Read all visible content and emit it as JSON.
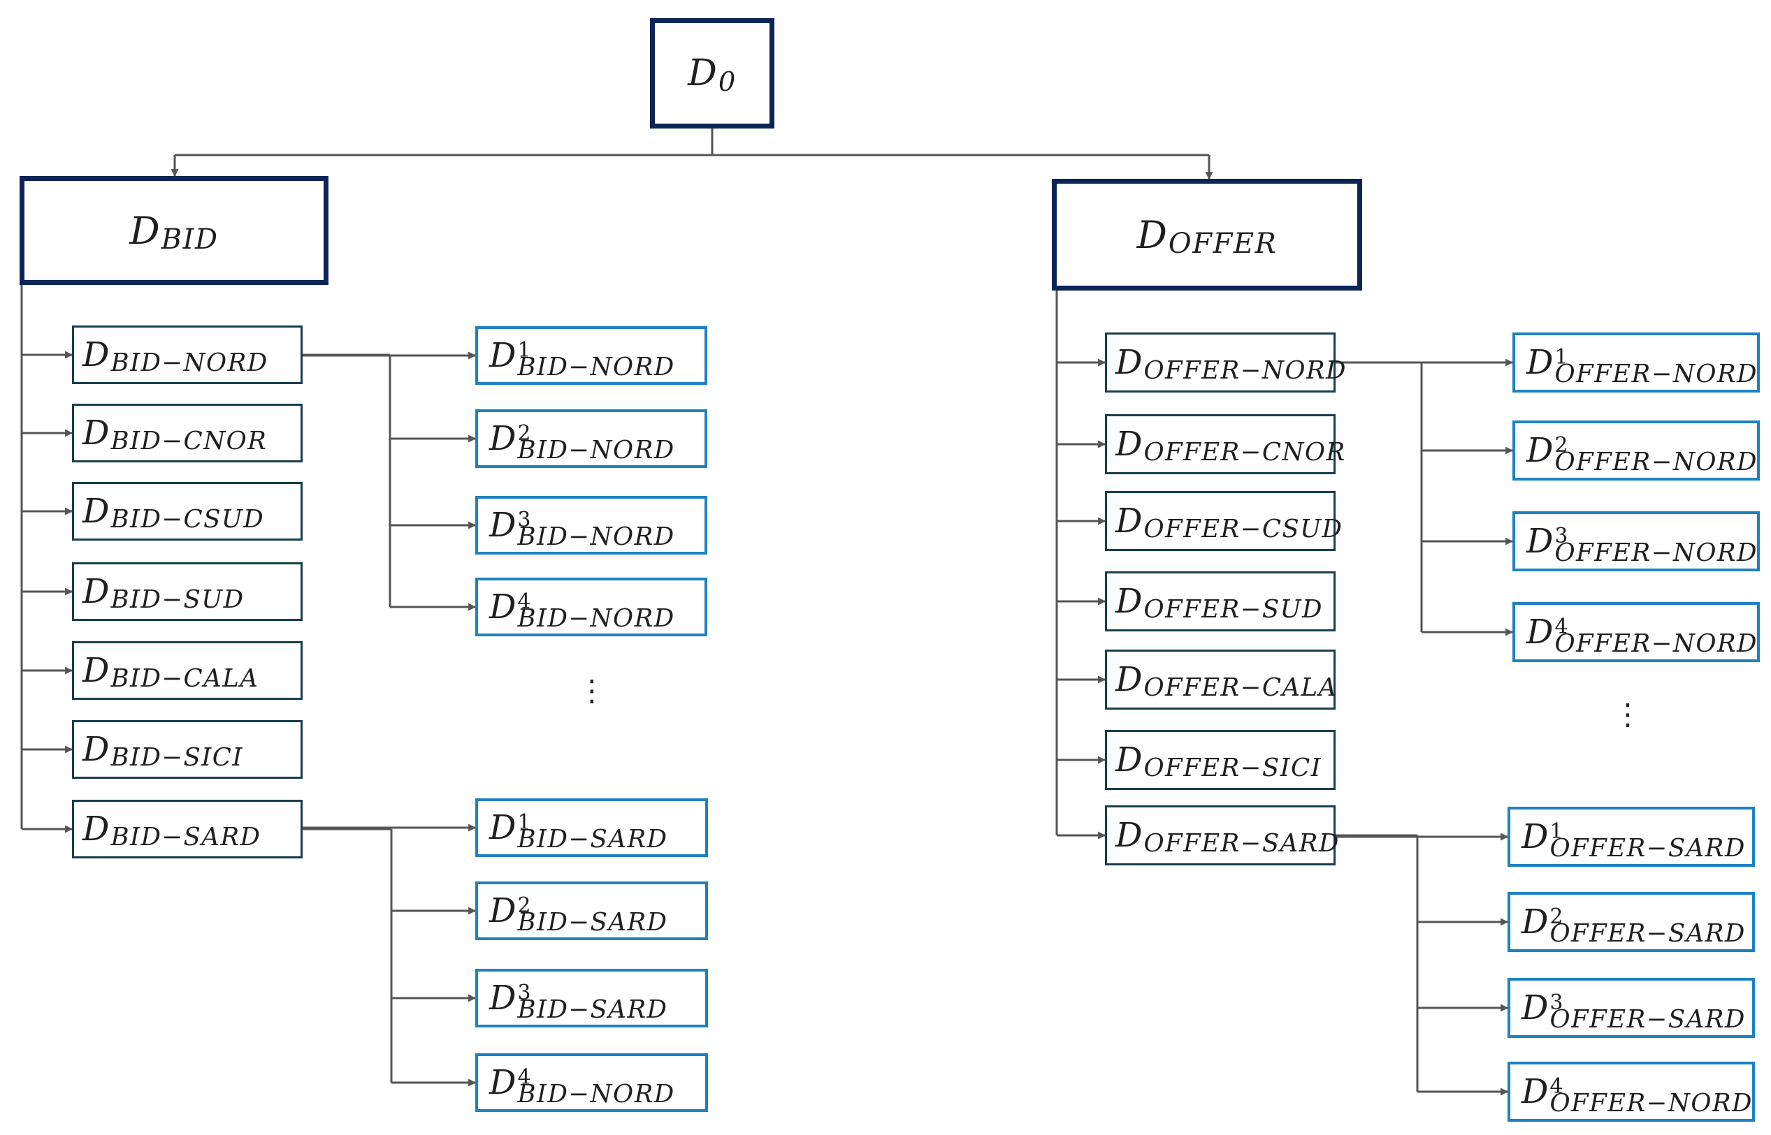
{
  "root": {
    "base": "D",
    "sub": "0"
  },
  "branches": [
    {
      "id": "bid",
      "parent": {
        "base": "D",
        "sub": "BID"
      },
      "zones": [
        {
          "base": "D",
          "sub": "BID−NORD"
        },
        {
          "base": "D",
          "sub": "BID−CNOR"
        },
        {
          "base": "D",
          "sub": "BID−CSUD"
        },
        {
          "base": "D",
          "sub": "BID−SUD"
        },
        {
          "base": "D",
          "sub": "BID−CALA"
        },
        {
          "base": "D",
          "sub": "BID−SICI"
        },
        {
          "base": "D",
          "sub": "BID−SARD"
        }
      ],
      "groups": [
        {
          "from_zone": 0,
          "items": [
            {
              "base": "D",
              "sup": "1",
              "sub": "BID−NORD"
            },
            {
              "base": "D",
              "sup": "2",
              "sub": "BID−NORD"
            },
            {
              "base": "D",
              "sup": "3",
              "sub": "BID−NORD"
            },
            {
              "base": "D",
              "sup": "4",
              "sub": "BID−NORD"
            }
          ],
          "ellipsis": "⋮"
        },
        {
          "from_zone": 6,
          "items": [
            {
              "base": "D",
              "sup": "1",
              "sub": "BID−SARD"
            },
            {
              "base": "D",
              "sup": "2",
              "sub": "BID−SARD"
            },
            {
              "base": "D",
              "sup": "3",
              "sub": "BID−SARD"
            },
            {
              "base": "D",
              "sup": "4",
              "sub": "BID−NORD"
            }
          ]
        }
      ]
    },
    {
      "id": "offer",
      "parent": {
        "base": "D",
        "sub": "OFFER"
      },
      "zones": [
        {
          "base": "D",
          "sub": "OFFER−NORD"
        },
        {
          "base": "D",
          "sub": "OFFER−CNOR"
        },
        {
          "base": "D",
          "sub": "OFFER−CSUD"
        },
        {
          "base": "D",
          "sub": "OFFER−SUD"
        },
        {
          "base": "D",
          "sub": "OFFER−CALA"
        },
        {
          "base": "D",
          "sub": "OFFER−SICI"
        },
        {
          "base": "D",
          "sub": "OFFER−SARD"
        }
      ],
      "groups": [
        {
          "from_zone": 0,
          "items": [
            {
              "base": "D",
              "sup": "1",
              "sub": "OFFER−NORD"
            },
            {
              "base": "D",
              "sup": "2",
              "sub": "OFFER−NORD"
            },
            {
              "base": "D",
              "sup": "3",
              "sub": "OFFER−NORD"
            },
            {
              "base": "D",
              "sup": "4",
              "sub": "OFFER−NORD"
            }
          ],
          "ellipsis": "⋮"
        },
        {
          "from_zone": 6,
          "items": [
            {
              "base": "D",
              "sup": "1",
              "sub": "OFFER−SARD"
            },
            {
              "base": "D",
              "sup": "2",
              "sub": "OFFER−SARD"
            },
            {
              "base": "D",
              "sup": "3",
              "sub": "OFFER−SARD"
            },
            {
              "base": "D",
              "sup": "4",
              "sub": "OFFER−NORD"
            }
          ]
        }
      ]
    }
  ],
  "colors": {
    "root_border": "#0c2456",
    "parent_border": "#0c2456",
    "zone_border": "#163f4e",
    "sub_border": "#1e82c2",
    "connector": "#555555"
  }
}
